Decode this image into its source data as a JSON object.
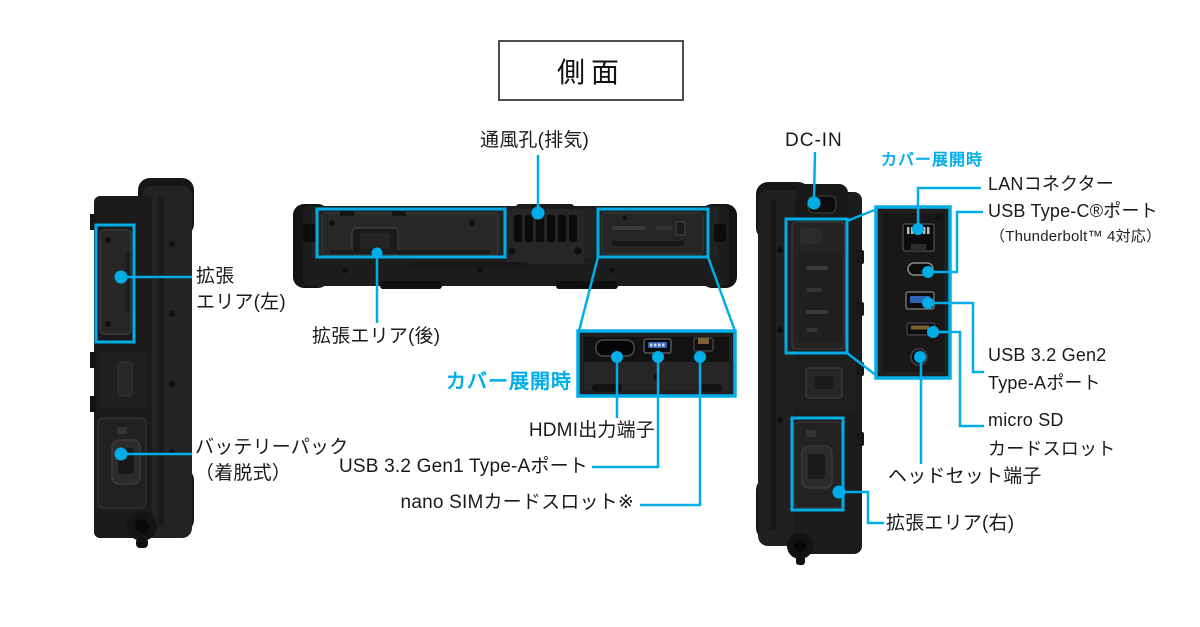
{
  "diagram": {
    "title": "側面"
  },
  "colors": {
    "accent": "#00ADE6",
    "label_text": "#1A1A1A",
    "background": "#FFFFFF"
  },
  "left_view": {
    "expansion_left_label": "拡張\nエリア(左)",
    "battery_label": "バッテリーパック\n（着脱式）"
  },
  "rear_view": {
    "vent_label": "通風孔(排気)",
    "expansion_rear_label": "拡張エリア(後)",
    "cover_open_label": "カバー展開時",
    "hdmi_label": "HDMI出力端子",
    "usb_gen1_label": "USB 3.2 Gen1 Type-Aポート",
    "nano_sim_label": "nano SIMカードスロット※"
  },
  "right_view": {
    "dc_in_label": "DC-IN",
    "cover_open_label": "カバー展開時",
    "lan_label": "LANコネクター",
    "usb_c_label": "USB Type-C®ポート",
    "usb_c_sub_label": "（Thunderbolt™ 4対応）",
    "usb_gen2_label": "USB 3.2 Gen2\nType-Aポート",
    "micro_sd_label": "micro SD\nカードスロット",
    "headset_label": "ヘッドセット端子",
    "expansion_right_label": "拡張エリア(右)"
  }
}
